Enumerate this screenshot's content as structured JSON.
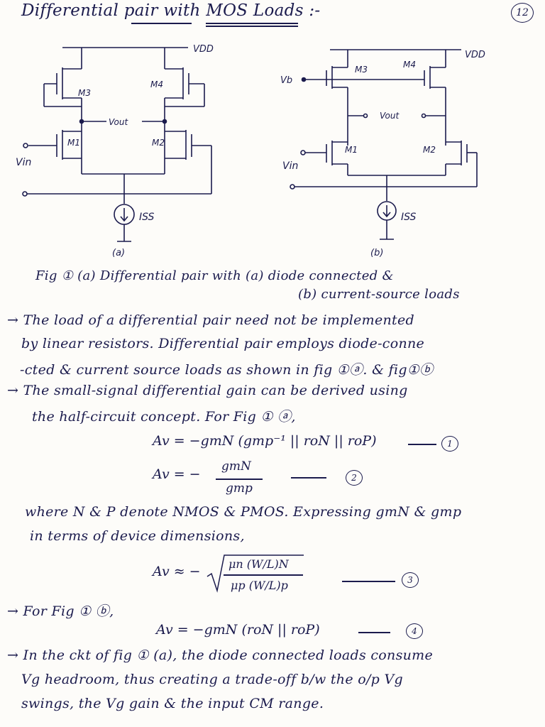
{
  "page_number": "12",
  "title": "Differential pair with MOS Loads :-",
  "circuit_a": {
    "vdd": "VDD",
    "m3": "M3",
    "m4": "M4",
    "m1": "M1",
    "m2": "M2",
    "vout": "Vout",
    "vin": "Vin",
    "iss": "ISS",
    "label": "(a)"
  },
  "circuit_b": {
    "vdd": "VDD",
    "vb": "Vb",
    "m3": "M3",
    "m4": "M4",
    "m1": "M1",
    "m2": "M2",
    "vout": "Vout",
    "vin": "Vin",
    "iss": "ISS",
    "label": "(b)"
  },
  "caption": {
    "line1": "Fig ① (a) Differential pair with (a) diode connected &",
    "line2": "(b) current-source loads"
  },
  "paragraphs": {
    "p1_l1": "→ The load of a differential pair need not be implemented",
    "p1_l2": "by linear resistors. Differential pair employs diode-conne",
    "p1_l3": "-cted & current source loads as shown in fig ①ⓐ. & fig①ⓑ",
    "p2_l1": "→ The small-signal differential gain can be derived using",
    "p2_l2": "the half-circuit concept. For Fig ① ⓐ,",
    "where_l1": "where N & P denote NMOS & PMOS. Expressing gmN & gmp",
    "where_l2": "in terms of device dimensions,",
    "fig_b": "→ For Fig ① ⓑ,",
    "p3_l1": "→ In the ckt of fig ① (a), the diode connected loads consume",
    "p3_l2": "Vg headroom, thus creating a trade-off b/w the o/p Vg",
    "p3_l3": "swings, the Vg gain & the input CM range."
  },
  "equations": {
    "eq1": "Av = −gmN (gmp⁻¹ || roN || roP)",
    "eq1_num": "1",
    "eq2_lhs": "Av = −",
    "eq2_num_text": "gmN",
    "eq2_den_text": "gmp",
    "eq2_num": "2",
    "eq3_lhs": "Av ≈ −",
    "eq3_num_text": "μn (W/L)N",
    "eq3_den_text": "μp (W/L)p",
    "eq3_num": "3",
    "eq4": "Av = −gmN (roN || roP)",
    "eq4_num": "4"
  },
  "colors": {
    "ink": "#1b1b4d",
    "paper": "#fdfcf9"
  }
}
